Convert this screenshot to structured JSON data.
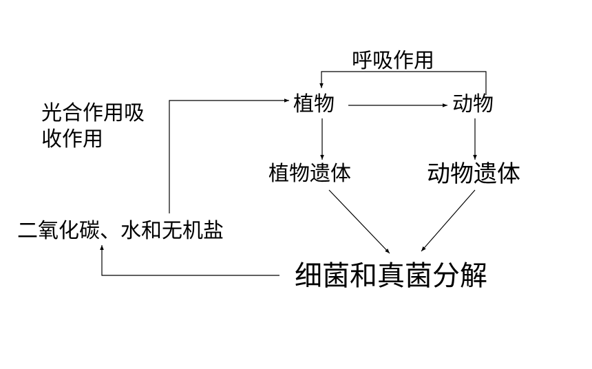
{
  "diagram": {
    "labels": {
      "respiration": "呼吸作用",
      "photosynthesis_line1": "光合作用吸",
      "photosynthesis_line2": "收作用",
      "plants": "植物",
      "animals": "动物",
      "plant_remains": "植物遗体",
      "animal_remains": "动物遗体",
      "inorganic": "二氧化碳、水和无机盐",
      "decomposition": "细菌和真菌分解"
    },
    "colors": {
      "line": "#000000",
      "text": "#000000",
      "background": "#ffffff"
    }
  }
}
